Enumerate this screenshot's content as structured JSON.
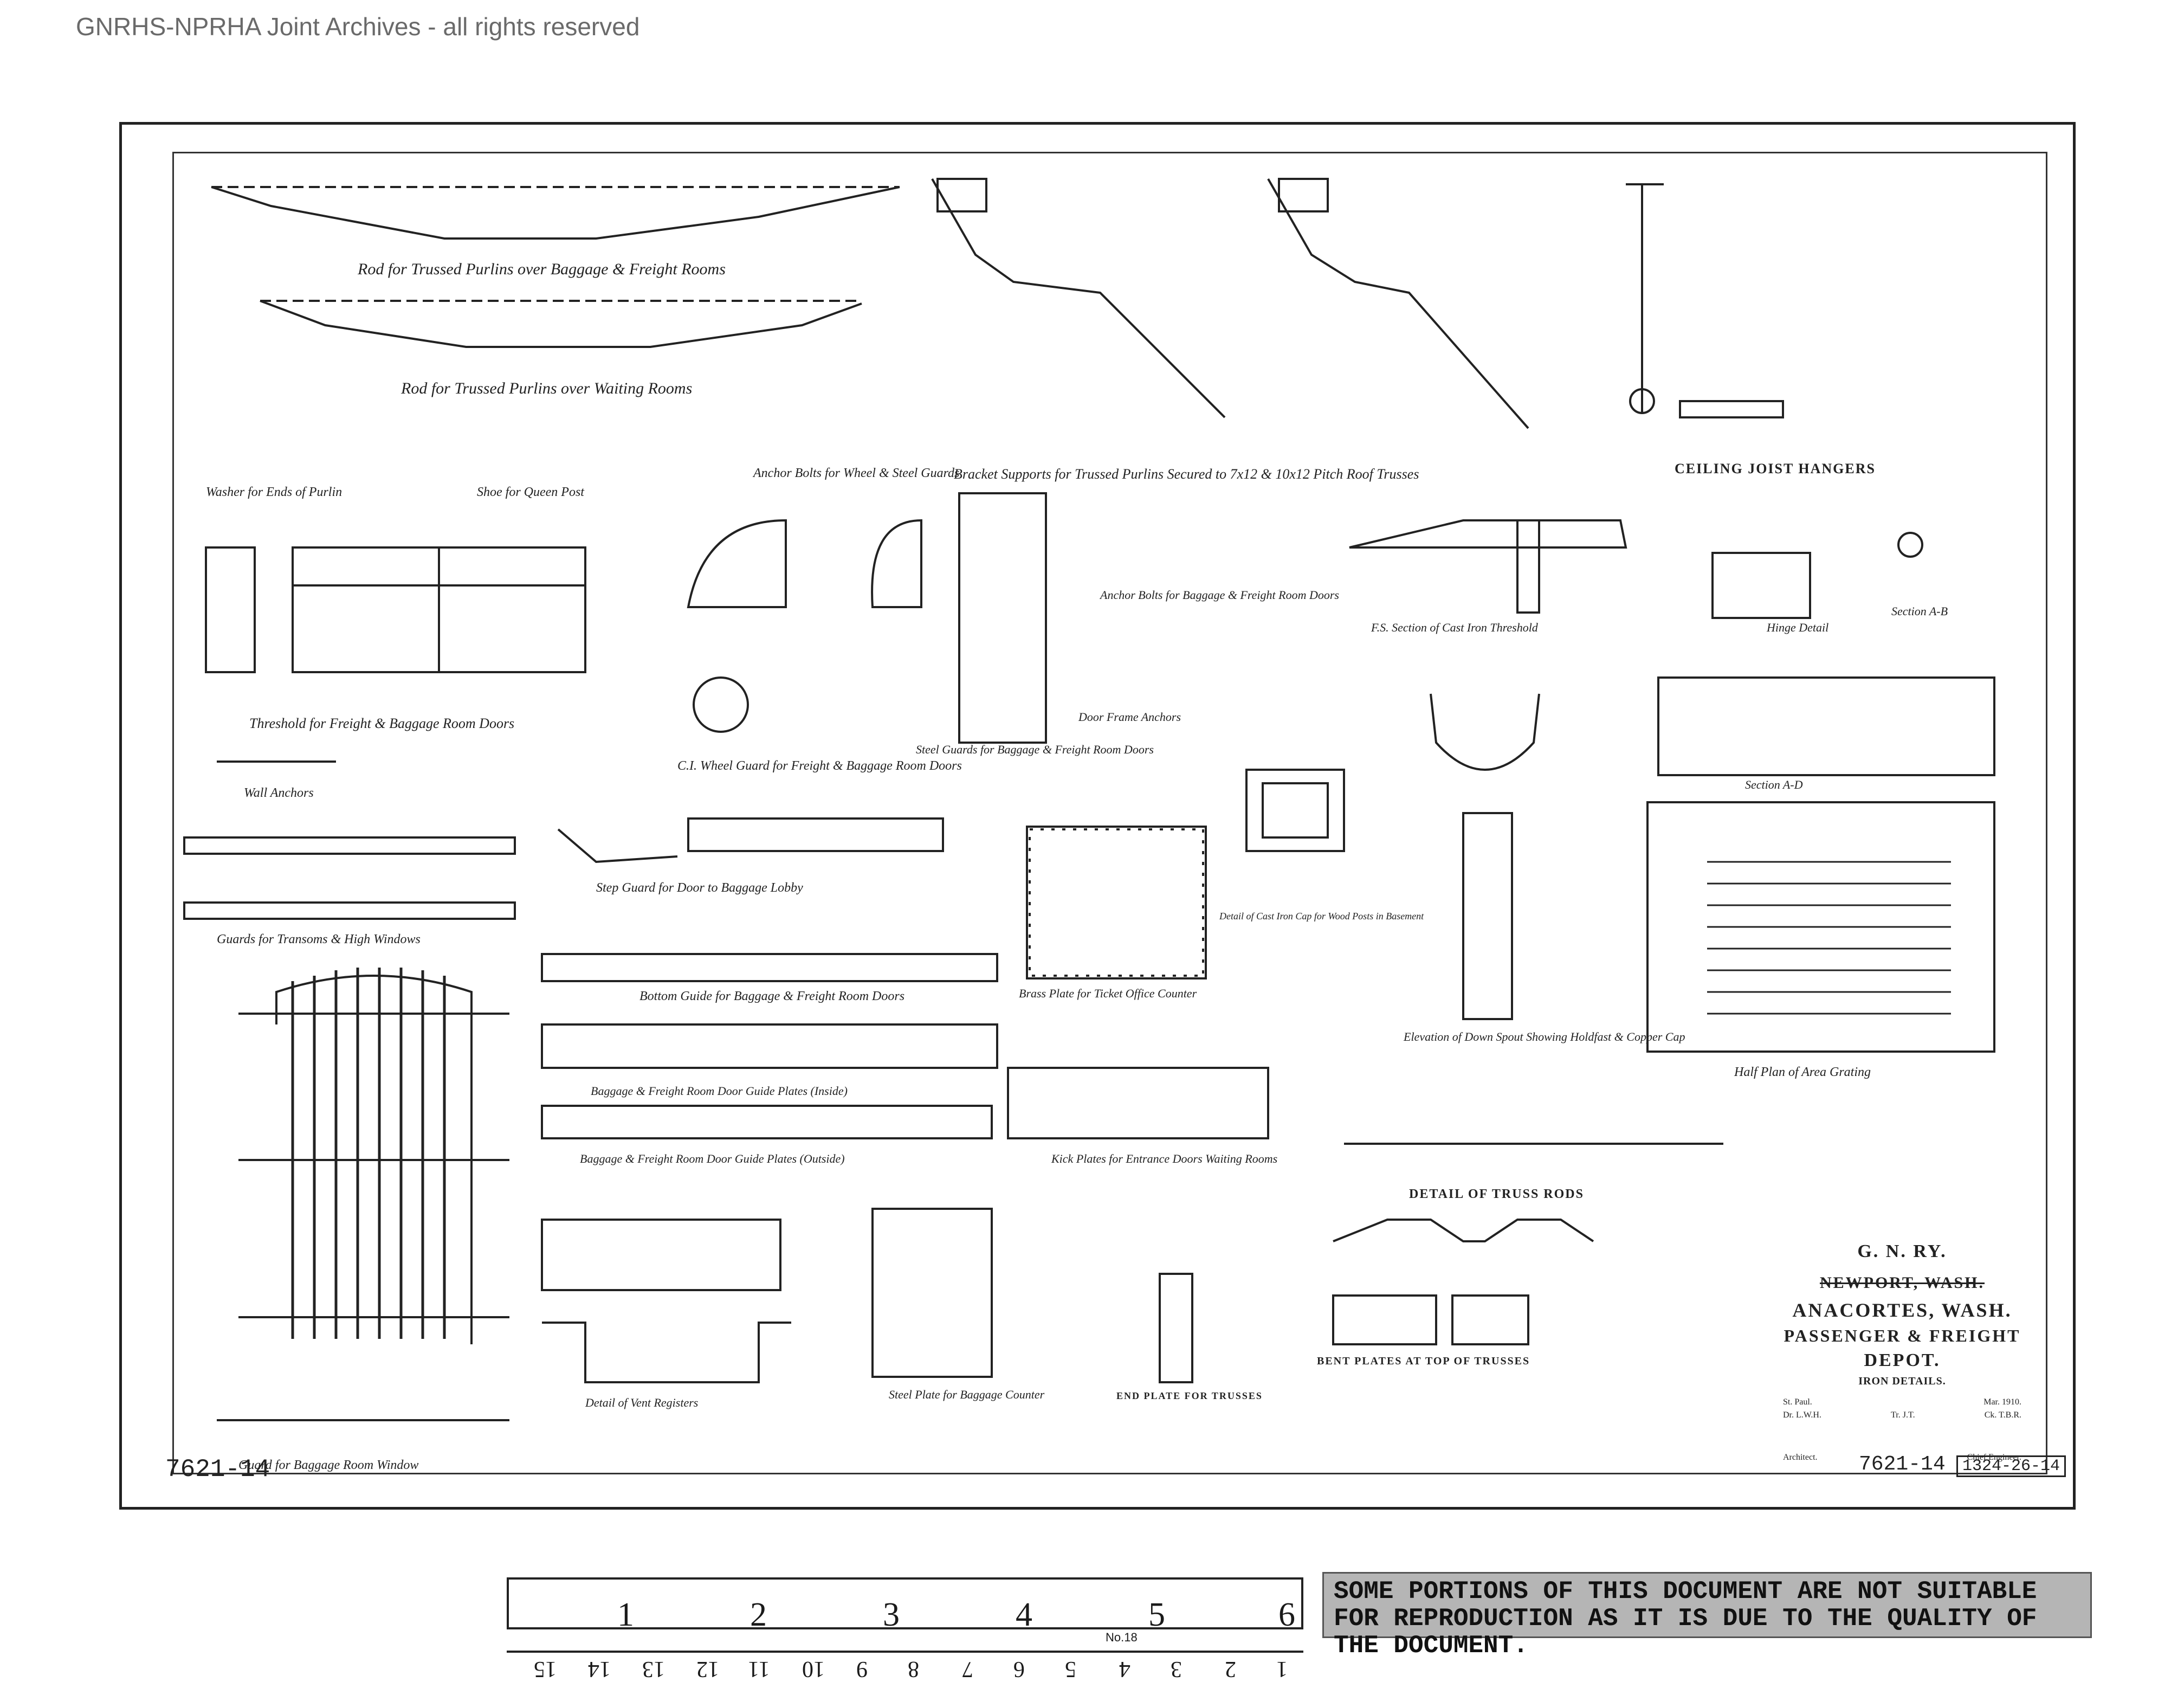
{
  "header": {
    "watermark": "GNRHS-NPRHA Joint Archives - all rights reserved"
  },
  "sheet_numbers": {
    "left": "7621-14",
    "right": "7621-14",
    "stamp": "1324-26-14"
  },
  "title_block": {
    "railway": "G. N. RY.",
    "struck": "NEWPORT, WASH.",
    "location": "ANACORTES, WASH.",
    "line1": "PASSENGER & FREIGHT",
    "line2": "DEPOT.",
    "subtitle": "IRON DETAILS.",
    "place": "St. Paul.",
    "date": "Mar. 1910.",
    "drawn": "Dr. L.W.H.",
    "traced": "Tr. J.T.",
    "checked": "Ck. T.B.R.",
    "architect_label": "Architect.",
    "engineer_label": "Chief Engineer."
  },
  "labels": [
    {
      "id": "rod-baggage",
      "text": "Rod for Trussed Purlins over Baggage & Freight Rooms"
    },
    {
      "id": "rod-waiting",
      "text": "Rod for Trussed Purlins over Waiting Rooms"
    },
    {
      "id": "washer",
      "text": "Washer for Ends of Purlin"
    },
    {
      "id": "shoe",
      "text": "Shoe for Queen Post"
    },
    {
      "id": "anchor-bolts",
      "text": "Anchor Bolts for Wheel & Steel Guards"
    },
    {
      "id": "bracket",
      "text": "Bracket Supports for Trussed Purlins Secured to 7x12 & 10x12 Pitch Roof Trusses"
    },
    {
      "id": "ceiling-joist",
      "text": "CEILING JOIST HANGERS"
    },
    {
      "id": "threshold-freight",
      "text": "Threshold for Freight & Baggage Room Doors"
    },
    {
      "id": "wall-anchors",
      "text": "Wall Anchors"
    },
    {
      "id": "wheel-guard",
      "text": "C.I. Wheel Guard for Freight & Baggage Room Doors"
    },
    {
      "id": "steel-guards",
      "text": "Steel Guards for Baggage & Freight Room Doors"
    },
    {
      "id": "door-frame",
      "text": "Door Frame Anchors"
    },
    {
      "id": "anchor-bolts-doors",
      "text": "Anchor Bolts for Baggage & Freight Room Doors"
    },
    {
      "id": "cast-iron-threshold",
      "text": "F.S. Section of Cast Iron Threshold"
    },
    {
      "id": "hinge-detail",
      "text": "Hinge Detail"
    },
    {
      "id": "section-ab",
      "text": "Section A-B"
    },
    {
      "id": "section-ad",
      "text": "Section A-D"
    },
    {
      "id": "guards-transoms",
      "text": "Guards for Transoms & High Windows"
    },
    {
      "id": "step-guard",
      "text": "Step Guard for Door to Baggage Lobby"
    },
    {
      "id": "brass-plate",
      "text": "Brass Plate for Ticket Office Counter"
    },
    {
      "id": "cast-iron-cap",
      "text": "Detail of Cast Iron Cap for Wood Posts in Basement"
    },
    {
      "id": "down-spout",
      "text": "Elevation of Down Spout Showing Holdfast & Copper Cap"
    },
    {
      "id": "area-grating",
      "text": "Half Plan of Area Grating"
    },
    {
      "id": "bottom-guide",
      "text": "Bottom Guide for Baggage & Freight Room Doors"
    },
    {
      "id": "guide-plates-inside",
      "text": "Baggage & Freight Room Door Guide Plates (Inside)"
    },
    {
      "id": "guide-plates-outside",
      "text": "Baggage & Freight Room Door Guide Plates (Outside)"
    },
    {
      "id": "kick-plates",
      "text": "Kick Plates for Entrance Doors Waiting Rooms"
    },
    {
      "id": "truss-rods",
      "text": "DETAIL OF TRUSS RODS"
    },
    {
      "id": "vent-registers",
      "text": "Detail of Vent Registers"
    },
    {
      "id": "steel-plate",
      "text": "Steel Plate for Baggage Counter"
    },
    {
      "id": "end-plate",
      "text": "END PLATE FOR TRUSSES"
    },
    {
      "id": "bent-plates",
      "text": "BENT PLATES AT TOP OF TRUSSES"
    },
    {
      "id": "baggage-window",
      "text": "Guard for Baggage Room Window"
    }
  ],
  "ruler": {
    "inches": [
      "1",
      "2",
      "3",
      "4",
      "5",
      "6"
    ],
    "footer": "No.18",
    "centimeters": [
      "1",
      "2",
      "3",
      "4",
      "5",
      "6",
      "7",
      "8",
      "9",
      "10",
      "11",
      "12",
      "13",
      "14",
      "15"
    ]
  },
  "notice": {
    "text": "SOME PORTIONS OF THIS DOCUMENT ARE NOT SUITABLE FOR REPRODUCTION AS IT IS DUE TO THE QUALITY OF THE DOCUMENT."
  }
}
